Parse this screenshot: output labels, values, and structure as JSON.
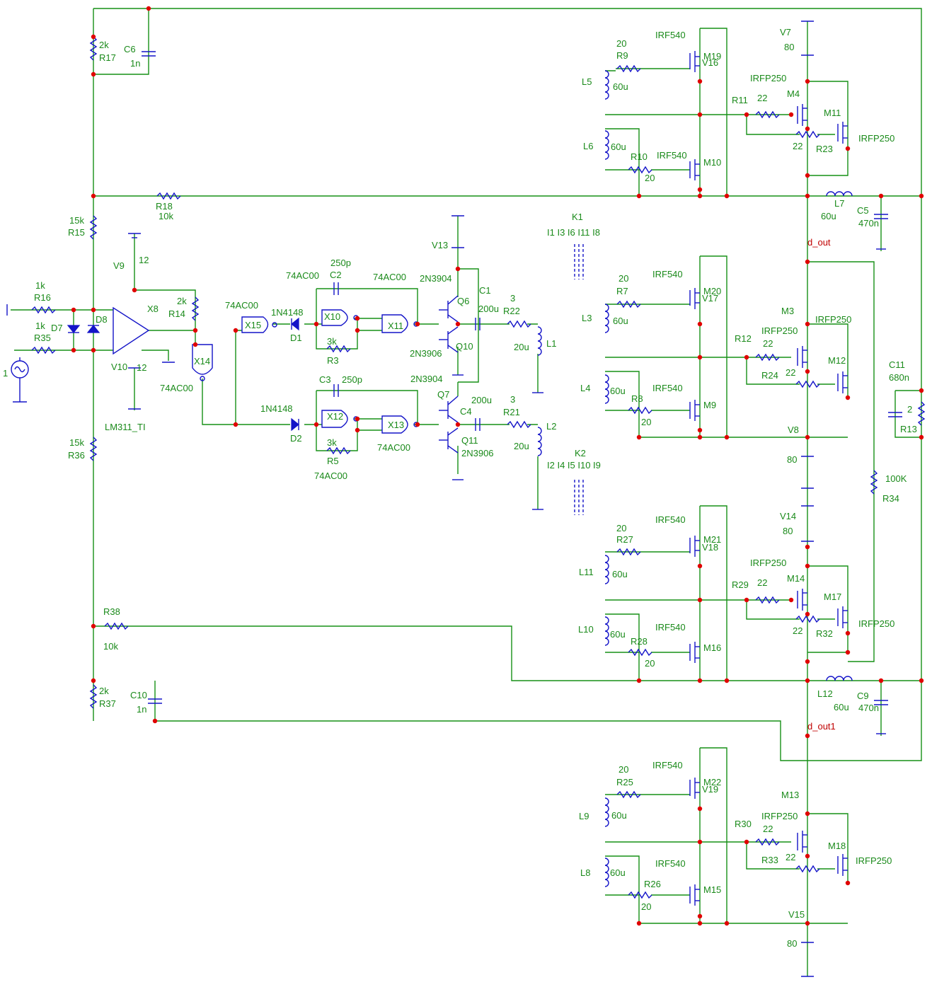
{
  "title": "",
  "labels": {
    "R17": "R17",
    "R17v": "2k",
    "C6": "C6",
    "C6v": "1n",
    "R18": "R18",
    "R18v": "10k",
    "R15": "R15",
    "R15v": "15k",
    "R16": "R16",
    "R16v": "1k",
    "R35": "R35",
    "R35v": "1k",
    "D7": "D7",
    "D8": "D8",
    "V9": "V9",
    "V9v": "12",
    "V10": "V10",
    "V10v": "12",
    "X8": "X8",
    "LM311": "LM311_TI",
    "R14": "R14",
    "R14v": "2k",
    "X14": "X14",
    "X14t": "74AC00",
    "X15": "X15",
    "X15t": "74AC00",
    "D1": "D1",
    "D1t": "1N4148",
    "D2": "D2",
    "D2t": "1N4148",
    "X10": "X10",
    "X10t": "74AC00",
    "X11": "X11",
    "X11t": "74AC00",
    "X12": "X12",
    "X12t": "74AC00",
    "X13": "X13",
    "X13t": "74AC00",
    "C2": "C2",
    "C2v": "250p",
    "C3": "C3",
    "C3v": "250p",
    "R3": "R3",
    "R3v": "3k",
    "R5": "R5",
    "R5v": "3k",
    "Q6": "Q6",
    "Q6t": "2N3904",
    "Q10": "Q10",
    "Q10t": "2N3906",
    "Q7": "Q7",
    "Q7t": "2N3904",
    "Q11": "Q11",
    "Q11t": "2N3906",
    "V13": "V13",
    "C1": "C1",
    "C1v": "200u",
    "C4": "C4",
    "C4v": "200u",
    "R22": "R22",
    "R22v": "3",
    "R21": "R21",
    "R21v": "3",
    "L1": "L1",
    "L1v": "20u",
    "L2": "L2",
    "L2v": "20u",
    "K1": "K1",
    "K1t": "I1 I3 I6 I11 I8",
    "K2": "K2",
    "K2t": "I2 I4 I5 I10 I9",
    "R36": "R36",
    "R36v": "15k",
    "R38": "R38",
    "R38v": "10k",
    "R37": "R37",
    "R37v": "2k",
    "C10": "C10",
    "C10v": "1n",
    "irf540": "IRF540",
    "irfp250": "IRFP250",
    "v60u": "60u",
    "v20": "20",
    "v22": "22",
    "v80": "80",
    "R9": "R9",
    "R10": "R10",
    "R11": "R11",
    "R23": "R23",
    "L5": "L5",
    "L6": "L6",
    "M19": "M19",
    "V16": "V16",
    "M10": "M10",
    "M4": "M4",
    "M11": "M11",
    "V7": "V7",
    "L7": "L7",
    "C5": "C5",
    "C5v": "470n",
    "d_out": "d_out",
    "R7": "R7",
    "R8": "R8",
    "R12": "R12",
    "R24": "R24",
    "L3": "L3",
    "L4": "L4",
    "M20": "M20",
    "V17": "V17",
    "M9": "M9",
    "M3": "M3",
    "M12": "M12",
    "V8": "V8",
    "C11": "C11",
    "C11v": "680n",
    "R13": "R13",
    "R13v": "2",
    "R34": "R34",
    "R34v": "100K",
    "R27": "R27",
    "R28": "R28",
    "R29": "R29",
    "R32": "R32",
    "L11": "L11",
    "L10": "L10",
    "M21": "M21",
    "V18": "V18",
    "M16": "M16",
    "M14": "M14",
    "M17": "M17",
    "V14": "V14",
    "L12": "L12",
    "C9": "C9",
    "C9v": "470n",
    "d_out1": "d_out1",
    "R25": "R25",
    "R26": "R26",
    "R30": "R30",
    "R33": "R33",
    "L9": "L9",
    "L8": "L8",
    "M22": "M22",
    "V19": "V19",
    "M15": "M15",
    "M13": "M13",
    "M18": "M18",
    "V15": "V15",
    "src1": "1"
  }
}
